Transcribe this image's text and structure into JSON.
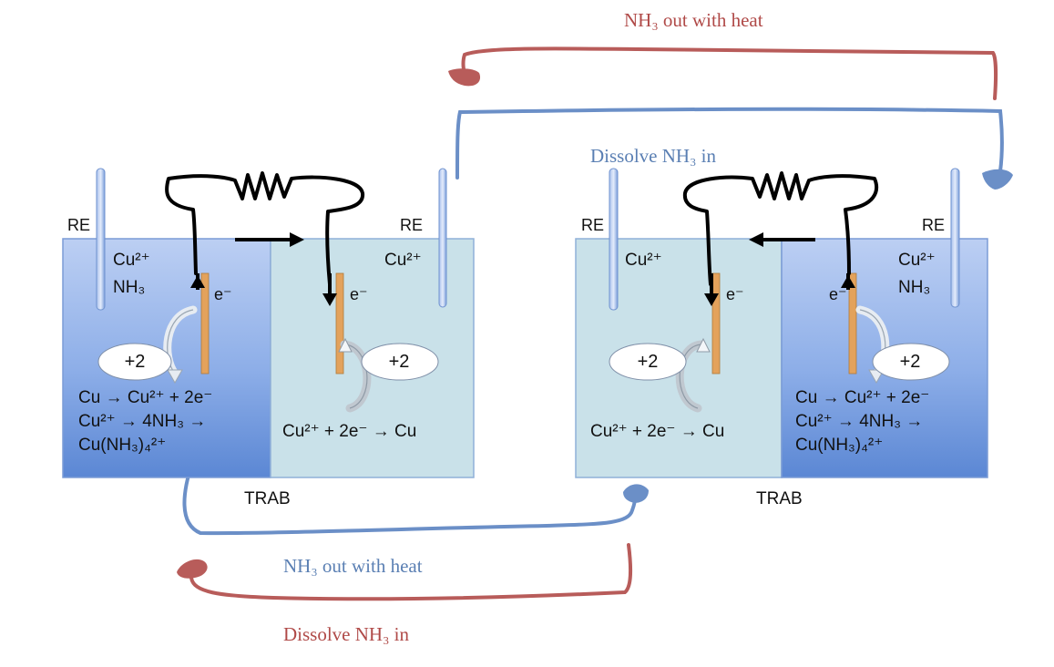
{
  "labels": {
    "top_red": "NH₃ out with heat",
    "top_blue": "Dissolve NH₃ in",
    "bottom_blue": "NH₃ out with heat",
    "bottom_red": "Dissolve NH₃ in",
    "re": "RE",
    "trab": "TRAB",
    "electron": "e⁻",
    "charge": "+2"
  },
  "cell_left": {
    "anode_species": [
      "Cu²⁺",
      "NH₃"
    ],
    "cathode_species": "Cu²⁺",
    "anode_reactions": [
      "Cu → Cu²⁺ + 2e⁻",
      "Cu²⁺ → 4NH₃ →",
      "Cu(NH₃)₄²⁺"
    ],
    "cathode_reaction": "Cu²⁺ + 2e⁻ → Cu"
  },
  "cell_right": {
    "anode_species": [
      "Cu²⁺",
      "NH₃"
    ],
    "cathode_species": "Cu²⁺",
    "anode_reactions": [
      "Cu → Cu²⁺ + 2e⁻",
      "Cu²⁺ → 4NH₃ →",
      "Cu(NH₃)₄²⁺"
    ],
    "cathode_reaction": "Cu²⁺ + 2e⁻ → Cu"
  },
  "colors": {
    "red_flow": "#b85c5a",
    "blue_flow": "#6b8fc7",
    "anode_dark": "#5f8bd6",
    "anode_light": "#b9cdf2",
    "cathode": "#c9e1e9",
    "electrode": "#e3a25c"
  }
}
